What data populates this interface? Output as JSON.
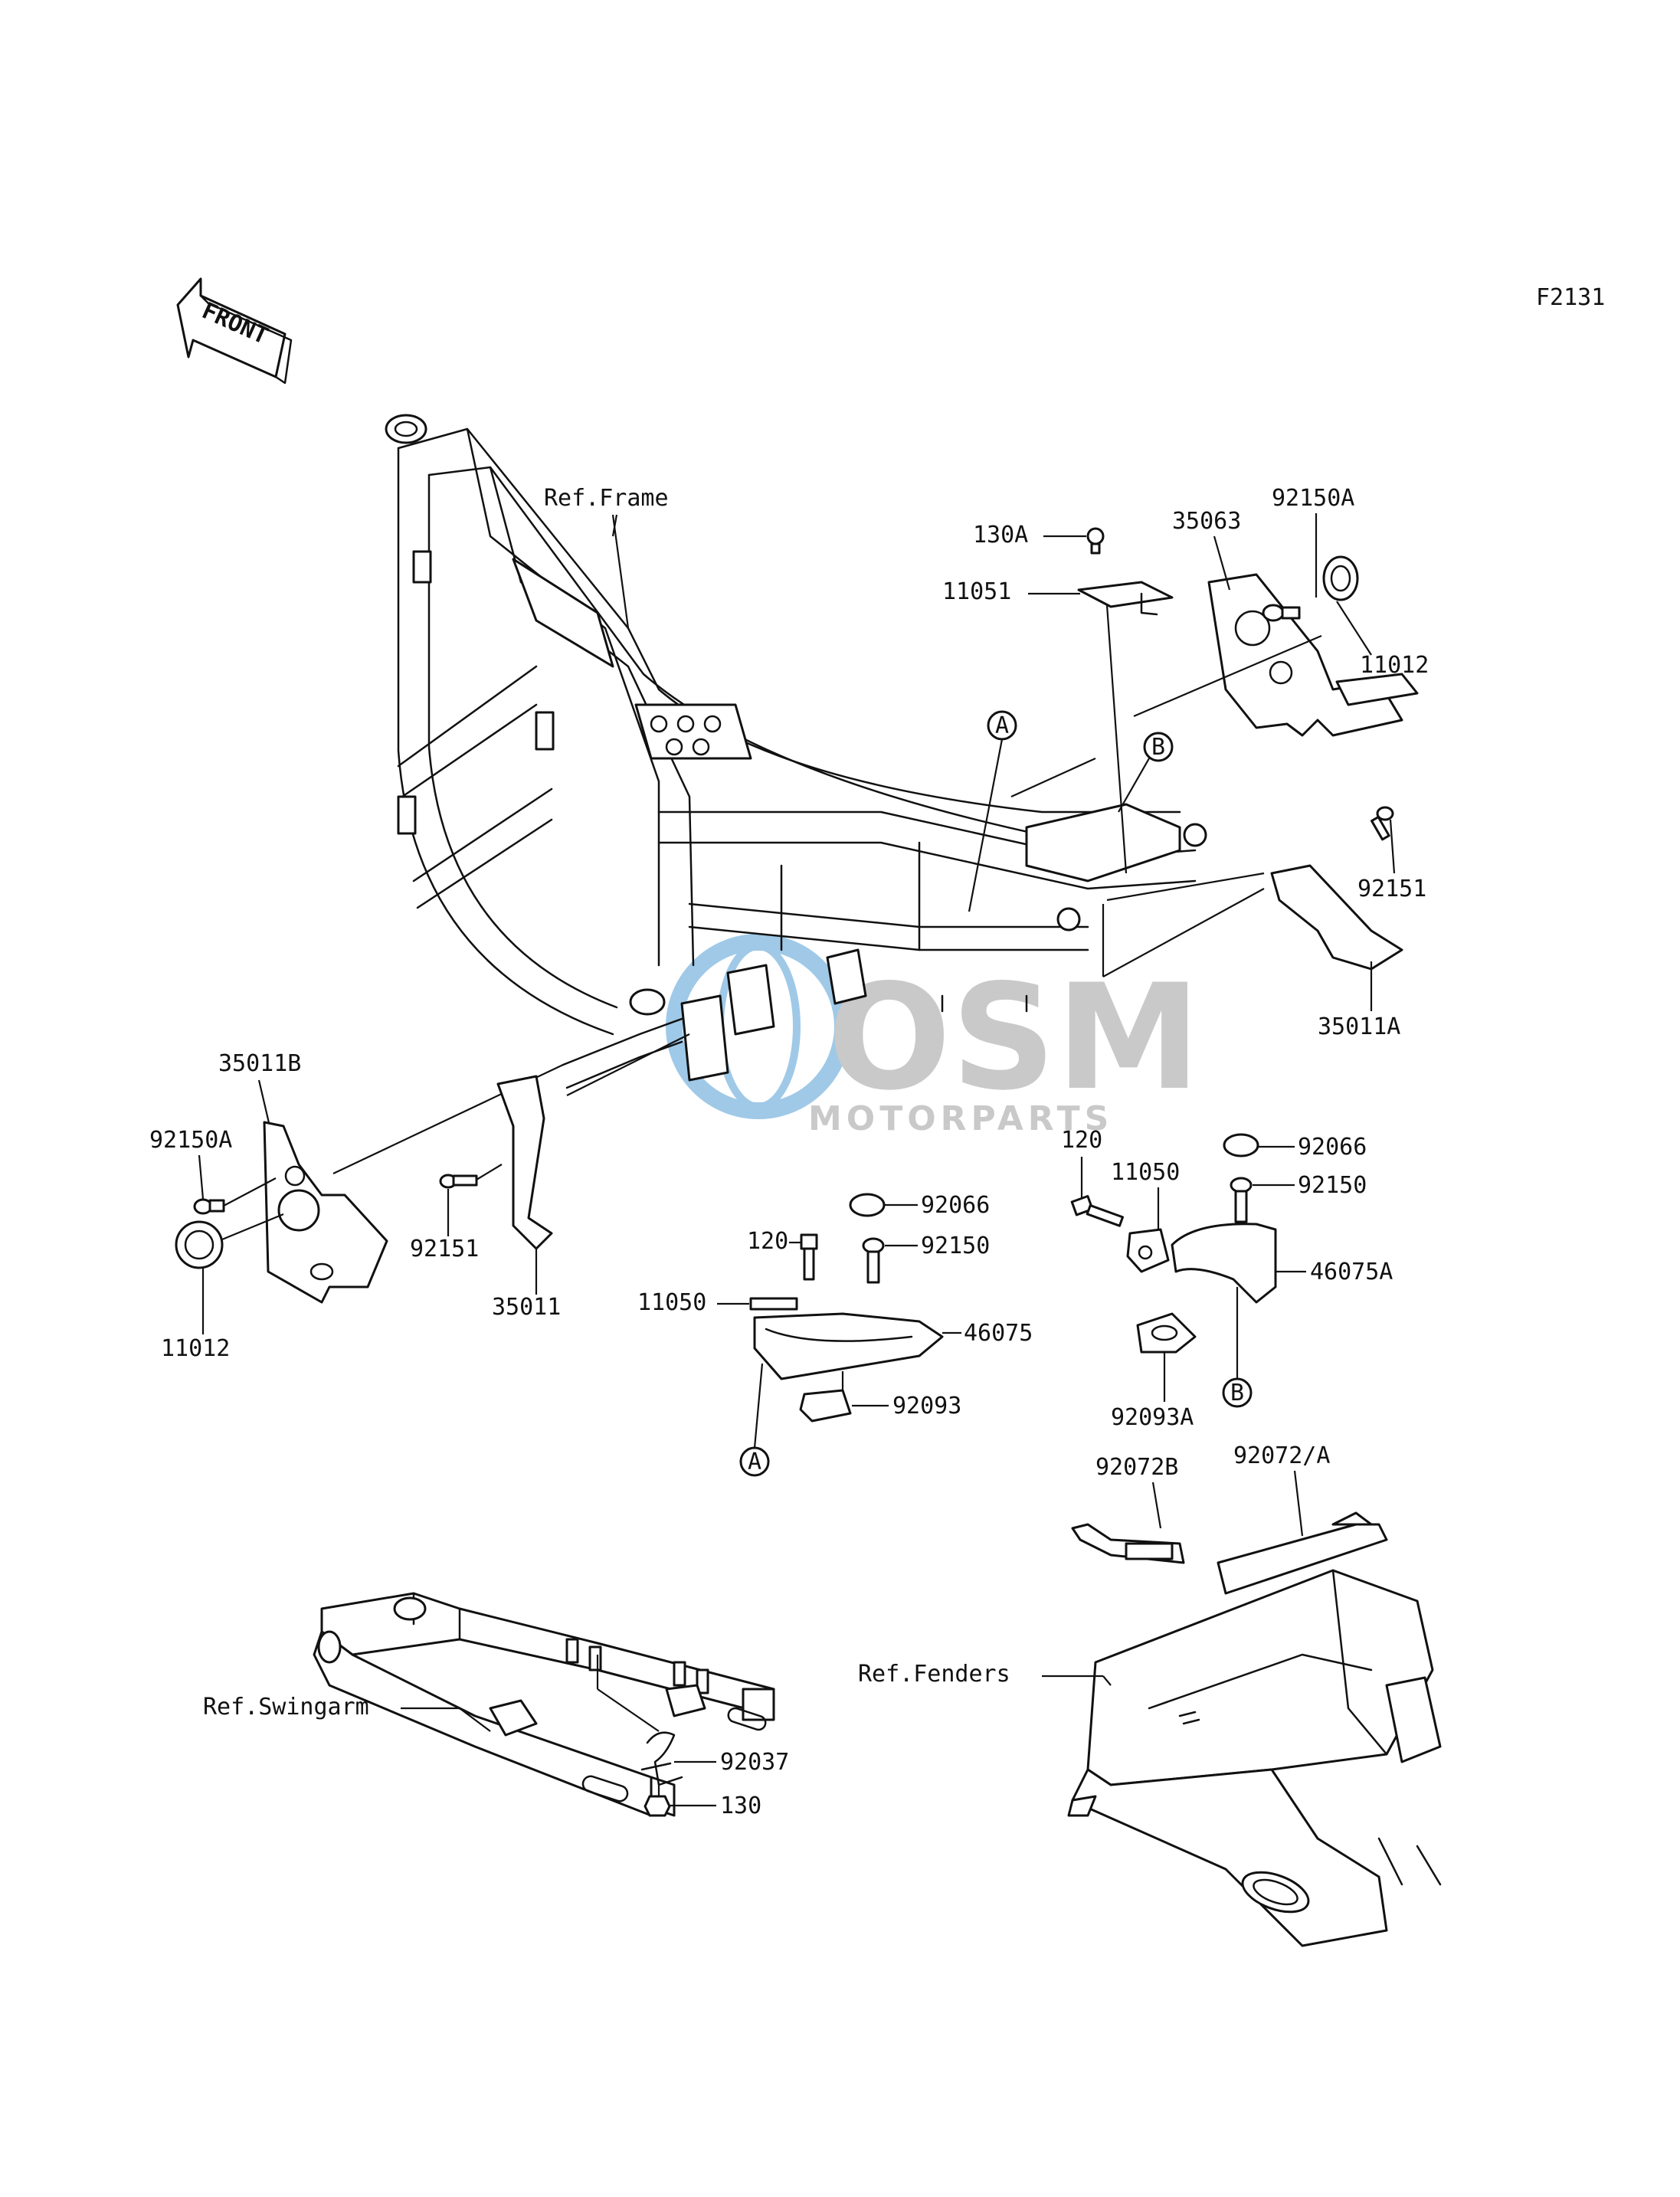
{
  "diagram_code": "F2131",
  "front_label": "FRONT",
  "watermark": {
    "brand": "OSM",
    "tagline": "MOTORPARTS",
    "color_blue": "#7fb7e0",
    "color_gray": "#b8b8b8"
  },
  "references": {
    "frame": "Ref.Frame",
    "swingarm": "Ref.Swingarm",
    "fenders": "Ref.Fenders"
  },
  "callouts": {
    "c130A": "130A",
    "c11051": "11051",
    "c35063": "35063",
    "c92150A_top": "92150A",
    "c11012_top": "11012",
    "c92151_right": "92151",
    "c35011A": "35011A",
    "c35011B": "35011B",
    "c92150A_left": "92150A",
    "c11012_left": "11012",
    "c92151_mid": "92151",
    "c35011": "35011",
    "c120_mid": "120",
    "c11050_mid": "11050",
    "c92066_mid": "92066",
    "c92150_mid": "92150",
    "c46075": "46075",
    "c92093": "92093",
    "c120_right": "120",
    "c11050_right": "11050",
    "c92066_right": "92066",
    "c92150_right": "92150",
    "c46075A": "46075A",
    "c92093A": "92093A",
    "c92072B": "92072B",
    "c92072A": "92072/A",
    "c92037": "92037",
    "c130": "130"
  },
  "markers": {
    "a_top": "A",
    "a_bottom": "A",
    "b_top": "B",
    "b_bottom": "B"
  }
}
